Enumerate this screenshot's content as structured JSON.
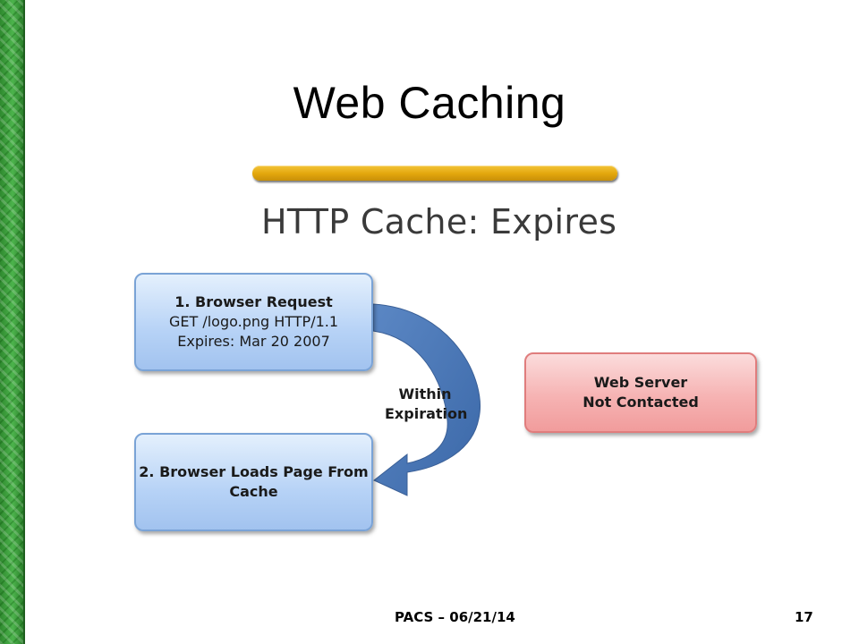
{
  "slide": {
    "title": "Web Caching",
    "subtitle": "HTTP Cache: Expires",
    "footer": "PACS – 06/21/14",
    "page_number": "17"
  },
  "diagram": {
    "request_box": {
      "line1": "1. Browser Request",
      "line2": "GET /logo.png HTTP/1.1",
      "line3": "Expires: Mar 20 2007"
    },
    "loads_box": {
      "line1": "2. Browser Loads Page From",
      "line2": "Cache"
    },
    "server_box": {
      "line1": "Web Server",
      "line2": "Not Contacted"
    },
    "arrow_label": {
      "line1": "Within",
      "line2": "Expiration"
    }
  },
  "colors": {
    "accent_bar": "#e2a60c",
    "blue_box": "#b6d2f6",
    "red_box": "#f6b3b3",
    "arrow": "#4b78b6",
    "border_green": "#3a9a3a"
  }
}
